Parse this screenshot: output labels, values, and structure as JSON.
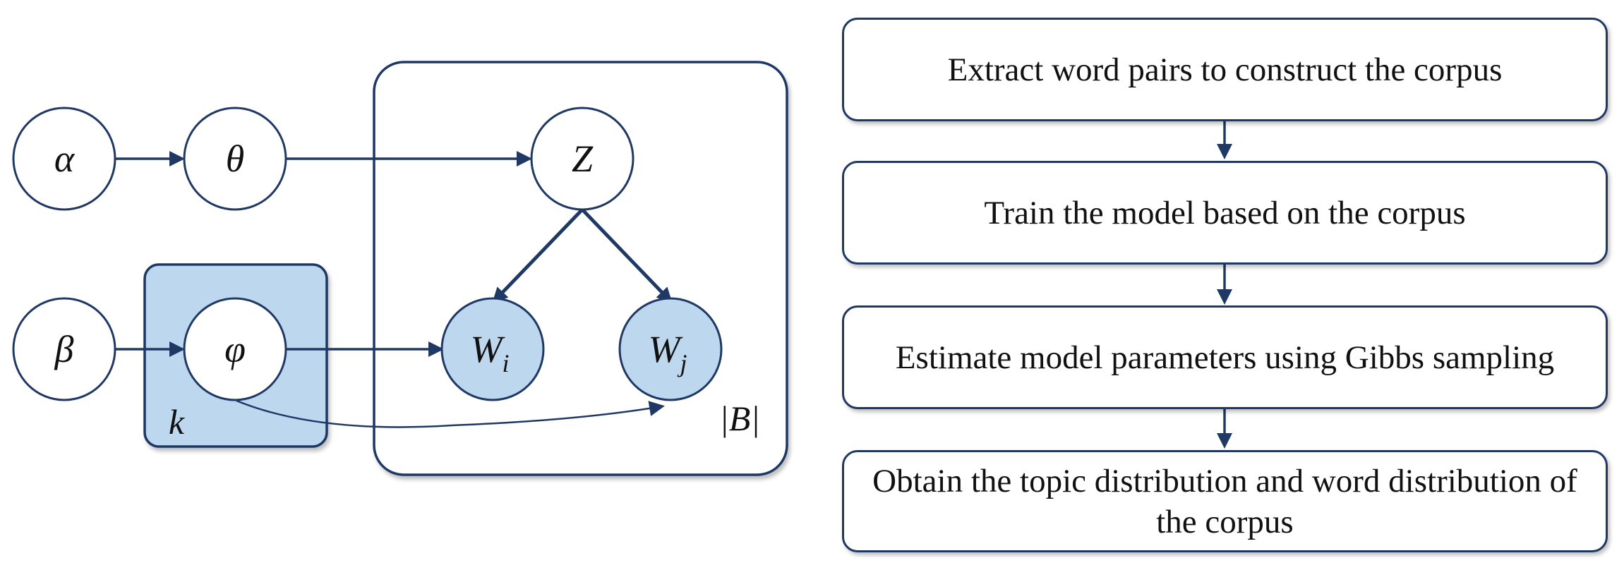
{
  "colors": {
    "stroke": "#1f3864",
    "fill_observed": "#bdd7ee",
    "fill_plate_k": "#bdd7ee",
    "text": "#111111"
  },
  "graph": {
    "nodes": {
      "alpha": "α",
      "theta": "θ",
      "z": "Z",
      "beta": "β",
      "phi": "φ",
      "wi_base": "W",
      "wi_sub": "i",
      "wj_base": "W",
      "wj_sub": "j"
    },
    "plates": {
      "k_label": "k",
      "b_label": "|B|"
    }
  },
  "flowchart": {
    "steps": [
      "Extract word pairs to construct the corpus",
      "Train the model based on the corpus",
      "Estimate model parameters using Gibbs sampling",
      "Obtain the topic distribution and word distribution of the corpus"
    ]
  }
}
